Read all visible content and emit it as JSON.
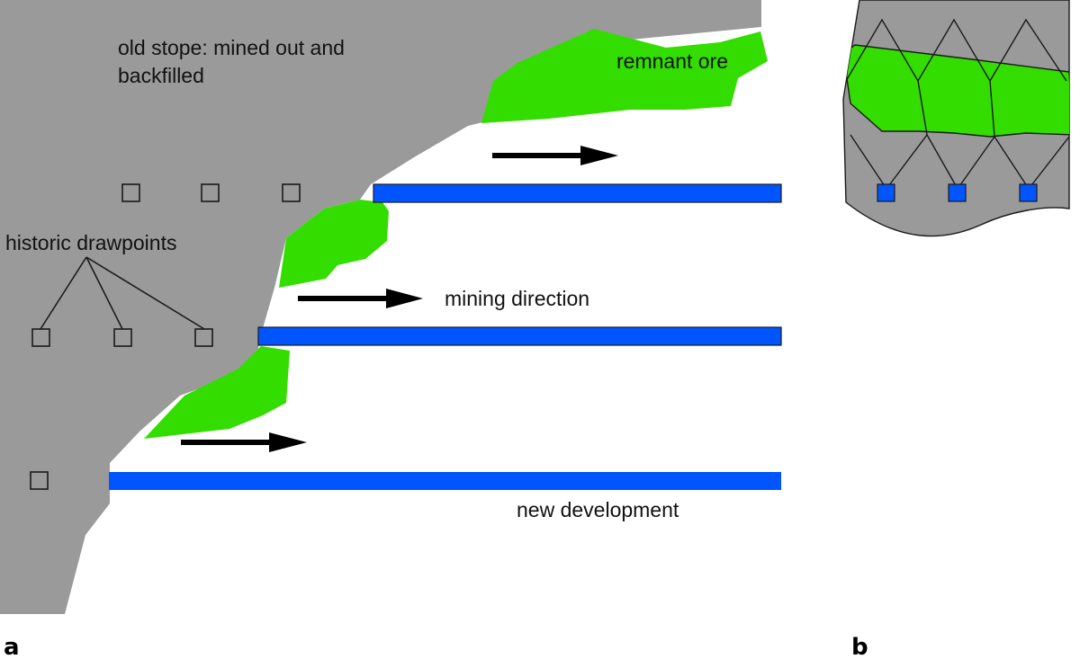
{
  "labels": {
    "old_stope_line1": "old stope: mined out and",
    "old_stope_line2": "backfilled",
    "remnant_ore": "remnant ore",
    "historic_drawpoints": "historic drawpoints",
    "mining_direction": "mining direction",
    "new_development": "new development"
  },
  "panels": {
    "a": "a",
    "b": "b"
  },
  "colors": {
    "backfill": "#9a9a9a",
    "ore": "#33dd00",
    "development": "#0055ff",
    "outline": "#1a1a1a",
    "arrow": "#000000"
  }
}
